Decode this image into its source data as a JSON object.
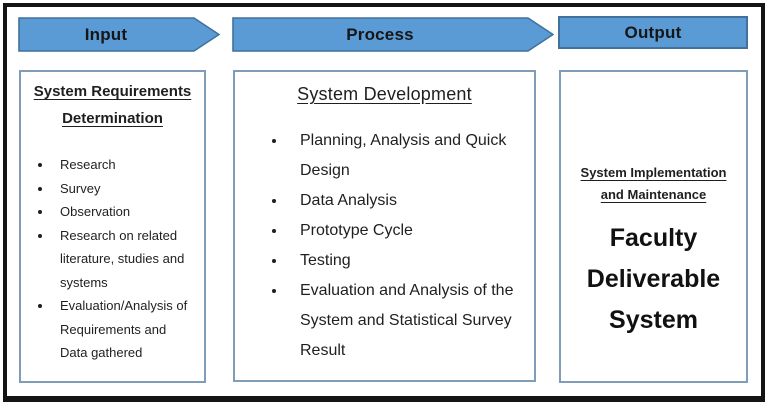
{
  "banners": {
    "input": "Input",
    "process": "Process",
    "output": "Output"
  },
  "input_box": {
    "title_lines": [
      "System Requirements",
      "Determination"
    ],
    "items": [
      "Research",
      "Survey",
      "Observation",
      "Research on related literature, studies and systems",
      "Evaluation/Analysis of Requirements and Data gathered"
    ]
  },
  "process_box": {
    "title": "System Development",
    "items": [
      "Planning, Analysis and Quick Design",
      "Data Analysis",
      "Prototype Cycle",
      "Testing",
      "Evaluation and Analysis of the System and Statistical Survey Result"
    ]
  },
  "output_box": {
    "title_lines": [
      "System Implementation",
      "and Maintenance"
    ],
    "product": "Faculty Deliverable System"
  },
  "colors": {
    "banner_fill": "#5b9bd5",
    "banner_border": "#41719c",
    "box_border": "#7f9db9",
    "frame": "#141414",
    "text": "#1f1f1f"
  }
}
